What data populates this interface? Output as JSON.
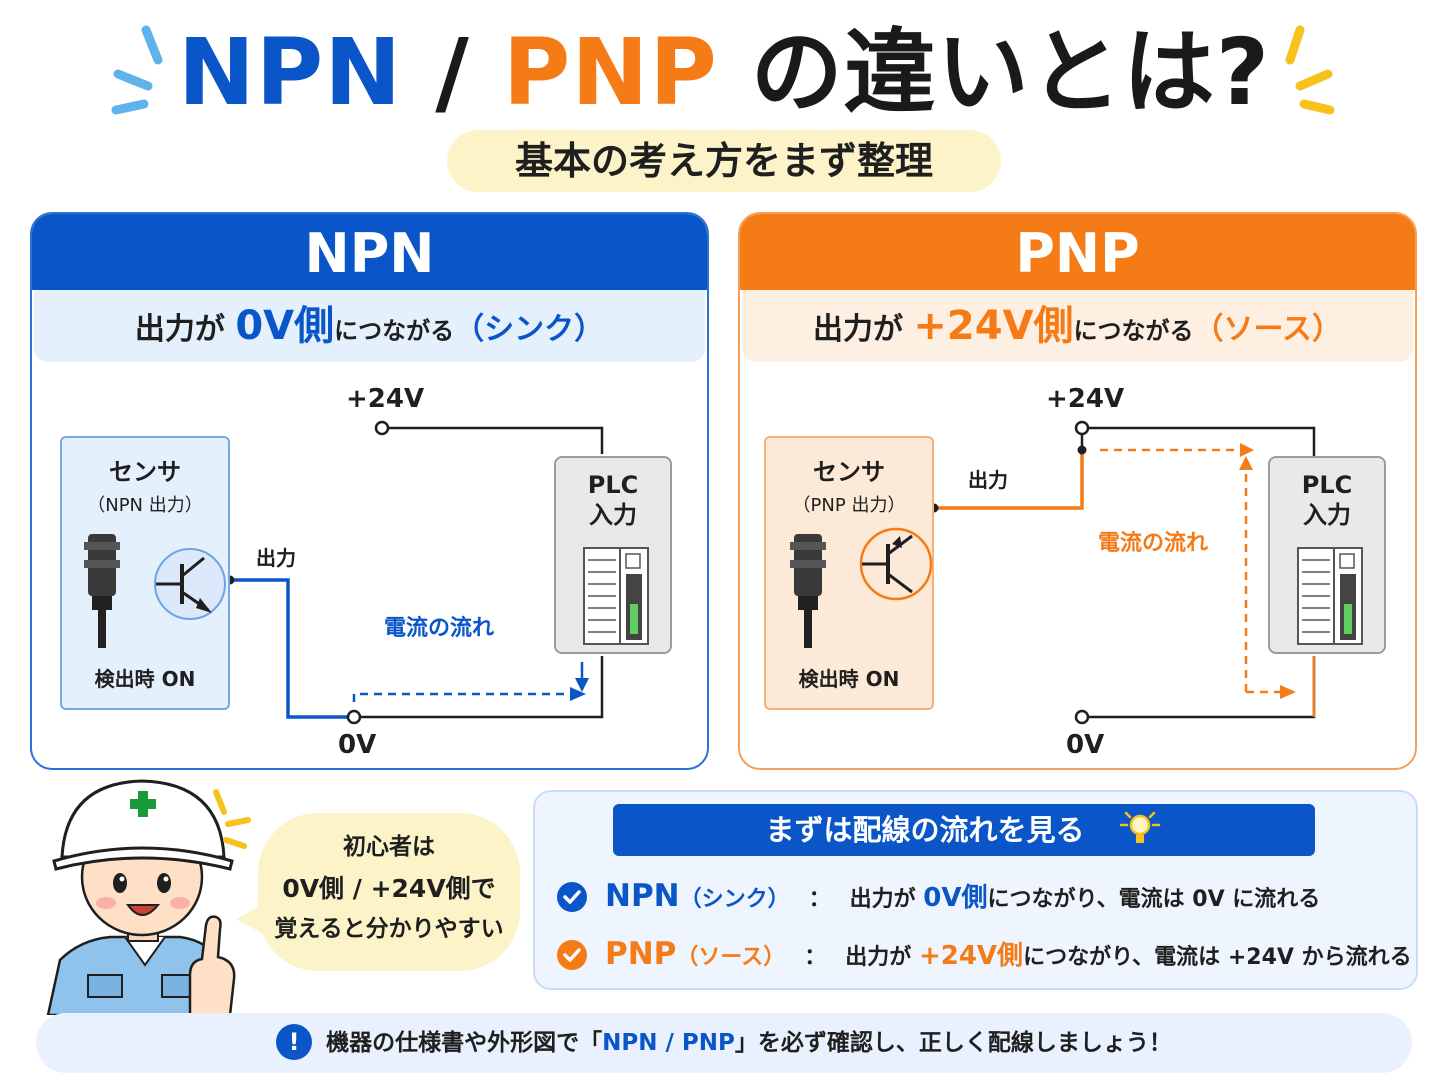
{
  "title": {
    "npn": "NPN",
    "sep": " / ",
    "pnp": "PNP",
    "rest": " の違いとは?"
  },
  "subtitle": "基本の考え方をまず整理",
  "npn_panel": {
    "header": "NPN",
    "sub_prefix": "出力が ",
    "sub_highlight": "0V側",
    "sub_mid": "につながる",
    "sub_paren": "（シンク）",
    "v_top": "+24V",
    "v_bottom": "0V",
    "sensor_name": "センサ",
    "sensor_type": "（NPN 出力）",
    "sensor_on": "検出時 ON",
    "output_label": "出力",
    "flow_label": "電流の流れ",
    "plc_line1": "PLC",
    "plc_line2": "入力"
  },
  "pnp_panel": {
    "header": "PNP",
    "sub_prefix": "出力が ",
    "sub_highlight": "+24V側",
    "sub_mid": "につながる",
    "sub_paren": "（ソース）",
    "v_top": "+24V",
    "v_bottom": "0V",
    "sensor_name": "センサ",
    "sensor_type": "（PNP 出力）",
    "sensor_on": "検出時 ON",
    "output_label": "出力",
    "flow_label": "電流の流れ",
    "plc_line1": "PLC",
    "plc_line2": "入力"
  },
  "bubble": {
    "line1": "初心者は",
    "line2": "0V側 / +24V側で",
    "line3": "覚えると分かりやすい"
  },
  "summary": {
    "title": "まずは配線の流れを見る",
    "npn_name": "NPN",
    "npn_paren": "（シンク）",
    "npn_colon": "：",
    "npn_desc1": "出力が ",
    "npn_hl": "0V側",
    "npn_desc2": "につながり、電流は 0V に流れる",
    "pnp_name": "PNP",
    "pnp_paren": "（ソース）",
    "pnp_colon": "：",
    "pnp_desc1": "出力が ",
    "pnp_hl": "+24V側",
    "pnp_desc2": "につながり、電流は +24V から流れる"
  },
  "footer": {
    "icon": "!",
    "pre": "機器の仕様書や外形図で「",
    "hl": "NPN / PNP",
    "post": "」を必ず確認し、正しく配線しましょう！"
  },
  "colors": {
    "npn": "#0a56c8",
    "pnp": "#f47b16",
    "wire": "#1f1f1f"
  },
  "icons": [
    "burst-lines-icon",
    "proximity-sensor-icon",
    "npn-transistor-icon",
    "pnp-transistor-icon",
    "plc-module-icon",
    "check-circle-icon",
    "lightbulb-icon",
    "exclamation-icon",
    "worker-avatar"
  ]
}
